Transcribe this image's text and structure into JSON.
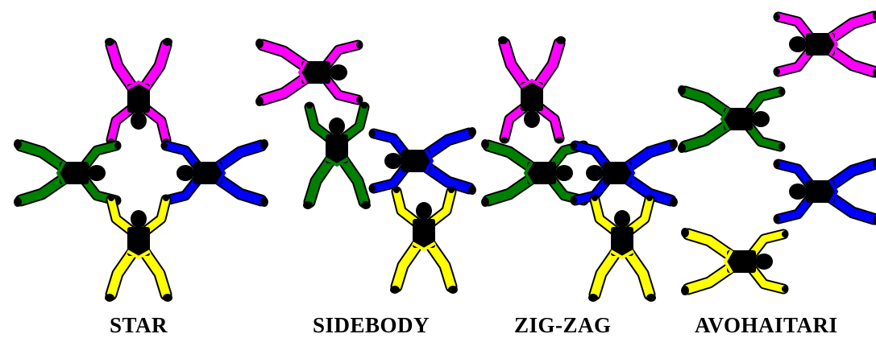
{
  "captions": {
    "star": "STAR",
    "sidebody": "SIDEBODY",
    "zigzag": "ZIG-ZAG",
    "avohaitari": "AVOHAITARI"
  },
  "colors": {
    "magenta": "#ff00ff",
    "green": "#008000",
    "blue": "#0000ff",
    "yellow": "#ffff00",
    "body": "#000000"
  },
  "formations": [
    {
      "name": "STAR",
      "jumpers": [
        "magenta",
        "green",
        "blue",
        "yellow"
      ]
    },
    {
      "name": "SIDEBODY",
      "jumpers": [
        "magenta",
        "green",
        "blue",
        "yellow"
      ]
    },
    {
      "name": "ZIG-ZAG",
      "jumpers": [
        "magenta",
        "green",
        "blue",
        "yellow"
      ]
    },
    {
      "name": "AVOHAITARI",
      "jumpers": [
        "magenta",
        "green",
        "blue",
        "yellow"
      ]
    }
  ]
}
